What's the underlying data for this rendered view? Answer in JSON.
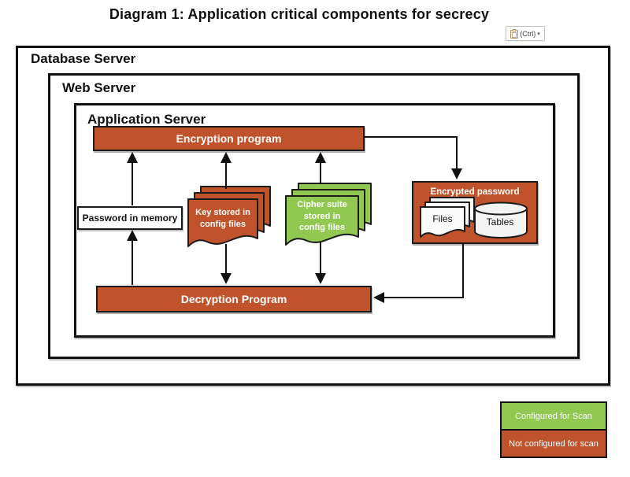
{
  "title": "Diagram 1: Application critical components for secrecy",
  "paste_button": {
    "icon": "clipboard-paste-icon",
    "label": "(Ctrl)",
    "caret": "▾"
  },
  "containers": {
    "database_server": "Database Server",
    "web_server": "Web Server",
    "application_server": "Application Server"
  },
  "components": {
    "encryption_program": "Encryption program",
    "decryption_program": "Decryption Program",
    "password_in_memory": "Password in memory",
    "key_config": "Key stored in\nconfig files",
    "cipher_config": "Cipher suite\nstored in\nconfig files",
    "encrypted_password": "Encrypted password",
    "files": "Files",
    "tables": "Tables"
  },
  "legend": {
    "items": [
      {
        "label": "Configured for Scan",
        "color": "#90C851",
        "meaning": "scanned"
      },
      {
        "label": "Not configured for scan",
        "color": "#C0522C",
        "meaning": "not-scanned"
      }
    ]
  },
  "colors": {
    "not_configured_orange": "#C0522C",
    "configured_green": "#90C851",
    "outline": "#111111",
    "label_text": "#FFFFFF"
  }
}
